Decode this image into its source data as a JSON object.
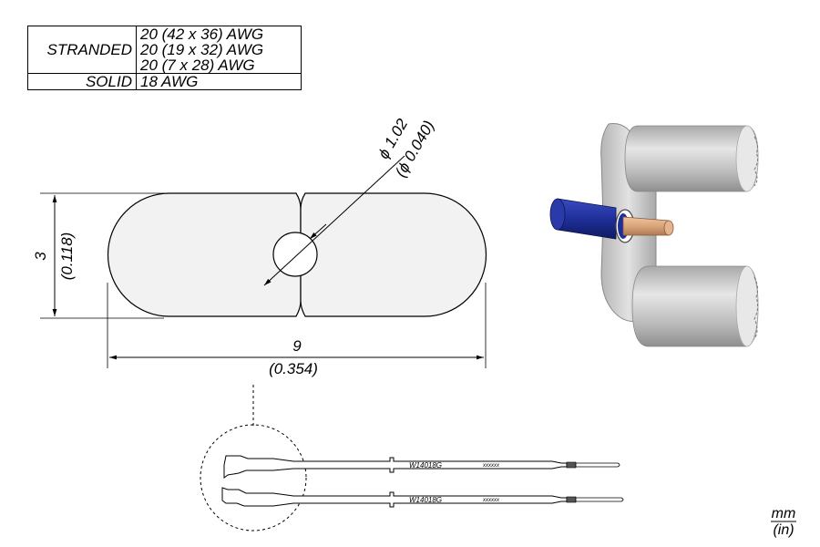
{
  "spec_table": {
    "rows": [
      {
        "type": "STRANDED",
        "values": [
          "20 (42 x 36) AWG",
          "20 (19 x 32) AWG",
          "20 (7 x 28) AWG"
        ]
      },
      {
        "type": "SOLID",
        "values": [
          "18 AWG"
        ]
      }
    ]
  },
  "dimensions": {
    "height_mm": "3",
    "height_in": "(0.118)",
    "width_mm": "9",
    "width_in": "(0.354)",
    "hole_mm": "ϕ 1.02",
    "hole_in": "(ϕ 0.040)"
  },
  "tool": {
    "part_label": "W14018G",
    "serial_mark": "xxxxxx"
  },
  "units": {
    "top": "mm",
    "bottom": "(in)"
  },
  "colors": {
    "line": "#000000",
    "tip_fill": "#f2f2f2",
    "metal": "#c8c8c8",
    "insulation": "#1f2f9a",
    "copper": "#d9a57a"
  }
}
